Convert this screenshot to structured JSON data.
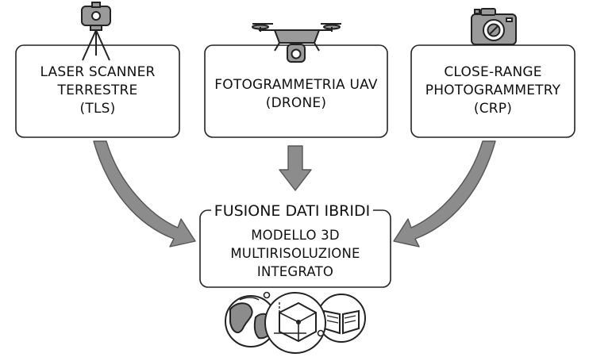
{
  "sources": [
    {
      "id": "tls",
      "lines": [
        "LASER SCANNER",
        "TERRESTRE",
        "(TLS)"
      ],
      "icon": "tripod-scanner-icon"
    },
    {
      "id": "uav",
      "lines": [
        "FOTOGRAMMETRIA UAV",
        "(DRONE)"
      ],
      "icon": "drone-icon"
    },
    {
      "id": "crp",
      "lines": [
        "CLOSE-RANGE",
        "PHOTOGRAMMETRY",
        "(CRP)"
      ],
      "icon": "camera-icon"
    }
  ],
  "fusion": {
    "title": "FUSIONE DATI IBRIDI",
    "lines": [
      "MODELLO 3D",
      "MULTIRISOLUZIONE",
      "INTEGRATO"
    ],
    "icons": [
      "globe-icon",
      "3d-cube-icon",
      "open-book-icon"
    ]
  },
  "colors": {
    "stroke": "#222222",
    "arrow_fill": "#8c8c8c",
    "arrow_stroke": "#555555",
    "icon_gray": "#9a9a9a"
  }
}
